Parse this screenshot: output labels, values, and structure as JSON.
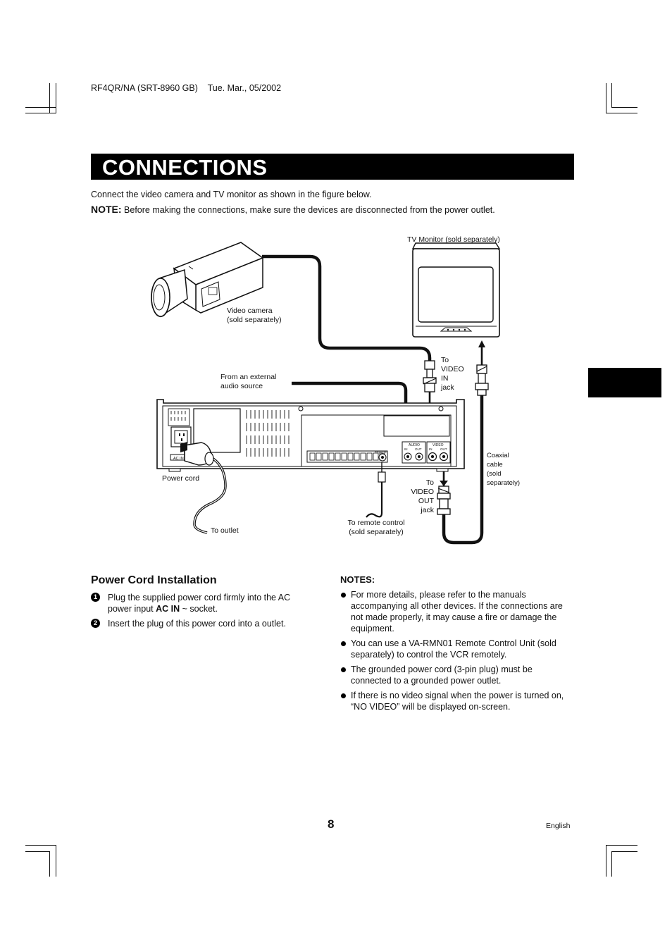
{
  "header": {
    "doc_code": "RF4QR/NA (SRT-8960 GB)    Tue. Mar., 05/2002"
  },
  "title": "CONNECTIONS",
  "intro": "Connect the video camera and TV monitor as shown in the figure below.",
  "note": {
    "label": "NOTE:",
    "text": " Before making the connections, make sure the devices are disconnected from the power outlet."
  },
  "diagram": {
    "tv_monitor": "TV Monitor (sold separately)",
    "video_camera": [
      "Video camera",
      "(sold separately)"
    ],
    "external_audio": [
      "From an external",
      "audio source"
    ],
    "to_video_in": [
      "To",
      "VIDEO",
      "IN",
      "jack"
    ],
    "coaxial_cable": [
      "Coaxial",
      "cable",
      "(sold",
      "separately)"
    ],
    "to_video_out": [
      "To",
      "VIDEO",
      "OUT",
      "jack"
    ],
    "power_cord": "Power cord",
    "to_outlet": "To outlet",
    "to_remote": [
      "To remote control",
      "(sold separately)"
    ],
    "panel": {
      "ac_in": "AC IN ~",
      "remote": "REMOTE",
      "audio": "AUDIO",
      "video": "VIDEO",
      "in": "IN",
      "out": "OUT"
    }
  },
  "power_cord_section": {
    "heading": "Power Cord Installation",
    "steps": [
      {
        "num": "1",
        "pre": "Plug the supplied power cord firmly into the AC power input ",
        "bold": "AC IN",
        "post": " ~ socket."
      },
      {
        "num": "2",
        "pre": "Insert the plug of this power cord into a outlet.",
        "bold": "",
        "post": ""
      }
    ]
  },
  "notes": {
    "heading": "NOTES:",
    "items": [
      "For more details, please refer to the manuals accompanying all other devices. If the connections are not made properly, it may cause a fire or damage the equipment.",
      "You can use a VA-RMN01 Remote Control Unit (sold separately) to control the VCR remotely.",
      "The grounded power cord (3-pin plug) must be connected to a grounded power outlet.",
      "If there is no video signal when the power is turned on, “NO VIDEO” will be displayed on-screen."
    ]
  },
  "footer": {
    "page_number": "8",
    "language": "English"
  }
}
